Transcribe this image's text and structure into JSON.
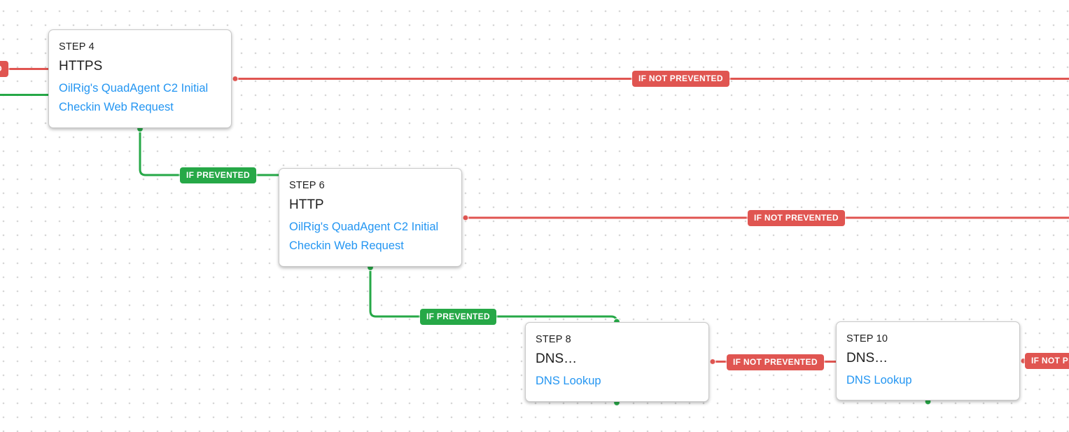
{
  "diagram": {
    "type": "attack-path-flow-canvas",
    "badge_labels": {
      "prevented": "IF PREVENTED",
      "not_prevented": "IF NOT PREVENTED"
    },
    "colors": {
      "prevented_green": "#26A847",
      "not_prevented_red": "#E05551",
      "link_blue": "#2496F2",
      "card_border": "#c9c9c9",
      "text": "#1e1e1e",
      "grid_dot": "#d6d6d6"
    },
    "nodes": [
      {
        "step_label": "STEP 4",
        "title": "HTTPS",
        "link": "OilRig's QuadAgent C2 Initial Checkin Web Request"
      },
      {
        "step_label": "STEP 6",
        "title": "HTTP",
        "link": "OilRig's QuadAgent C2 Initial Checkin Web Request"
      },
      {
        "step_label": "STEP 8",
        "title": "DNS…",
        "link": "DNS Lookup"
      },
      {
        "step_label": "STEP 10",
        "title": "DNS…",
        "link": "DNS Lookup"
      }
    ],
    "edges": [
      {
        "kind": "not-prevented",
        "label": "IF NOT PREVENTED",
        "from": "offscreen-left",
        "to": "STEP 4"
      },
      {
        "kind": "prevented",
        "label": "",
        "from": "offscreen-left",
        "to": "STEP 4"
      },
      {
        "kind": "not-prevented",
        "label": "IF NOT PREVENTED",
        "from": "STEP 4",
        "to": "offscreen-right"
      },
      {
        "kind": "prevented",
        "label": "IF PREVENTED",
        "from": "STEP 4",
        "to": "STEP 6"
      },
      {
        "kind": "not-prevented",
        "label": "IF NOT PREVENTED",
        "from": "STEP 6",
        "to": "offscreen-right"
      },
      {
        "kind": "prevented",
        "label": "IF PREVENTED",
        "from": "STEP 6",
        "to": "STEP 8"
      },
      {
        "kind": "not-prevented",
        "label": "IF NOT PREVENTED",
        "from": "STEP 8",
        "to": "STEP 10"
      },
      {
        "kind": "not-prevented",
        "label": "IF NOT PREVENTED",
        "from": "STEP 10",
        "to": "offscreen-right"
      }
    ]
  }
}
